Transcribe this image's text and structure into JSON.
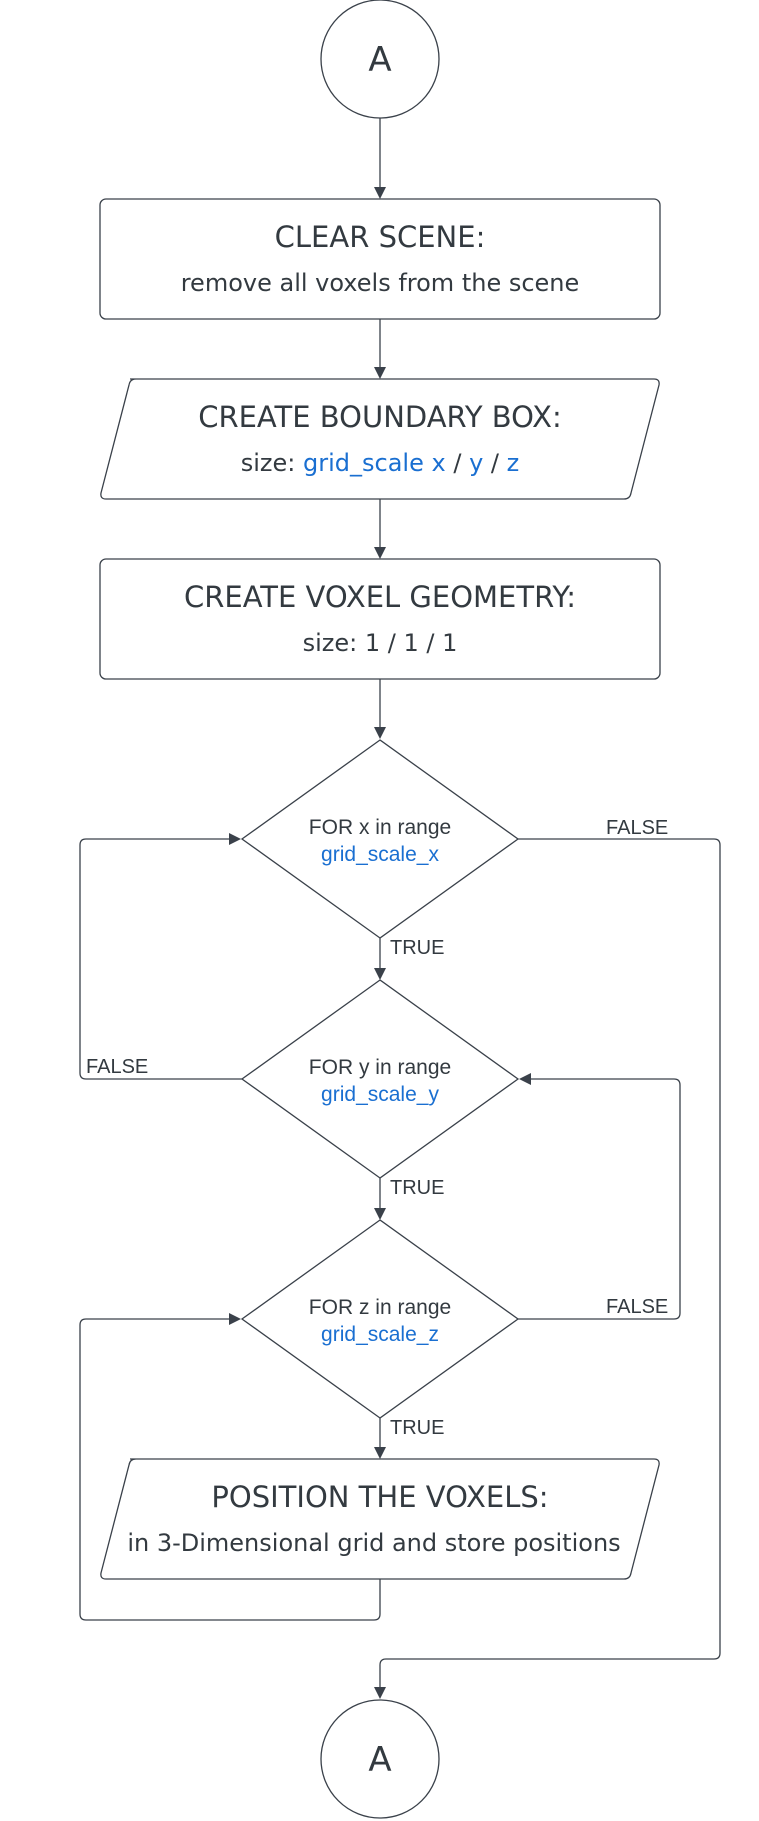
{
  "connector_top": {
    "label": "A"
  },
  "connector_bottom": {
    "label": "A"
  },
  "clear_scene": {
    "title": "CLEAR SCENE:",
    "subtitle": "remove all voxels from the scene"
  },
  "boundary_box": {
    "title": "CREATE BOUNDARY BOX:",
    "size_label": "size:",
    "var_x": "grid_scale x",
    "sep1": "/",
    "var_y": "y",
    "sep2": "/",
    "var_z": "z"
  },
  "voxel_geometry": {
    "title": "CREATE VOXEL GEOMETRY:",
    "subtitle": "size: 1 / 1 / 1"
  },
  "loop_x": {
    "text": "FOR x in range",
    "var": "grid_scale_x"
  },
  "loop_y": {
    "text": "FOR y in range",
    "var": "grid_scale_y"
  },
  "loop_z": {
    "text": "FOR z in range",
    "var": "grid_scale_z"
  },
  "position_voxels": {
    "title": "POSITION THE VOXELS:",
    "subtitle": "in 3-Dimensional grid and store positions"
  },
  "edge_labels": {
    "x_false": "FALSE",
    "x_true": "TRUE",
    "y_false": "FALSE",
    "y_true": "TRUE",
    "z_false": "FALSE",
    "z_true": "TRUE"
  },
  "colors": {
    "stroke": "#3a414a",
    "text": "#333a40",
    "variable": "#1a6fd1"
  }
}
